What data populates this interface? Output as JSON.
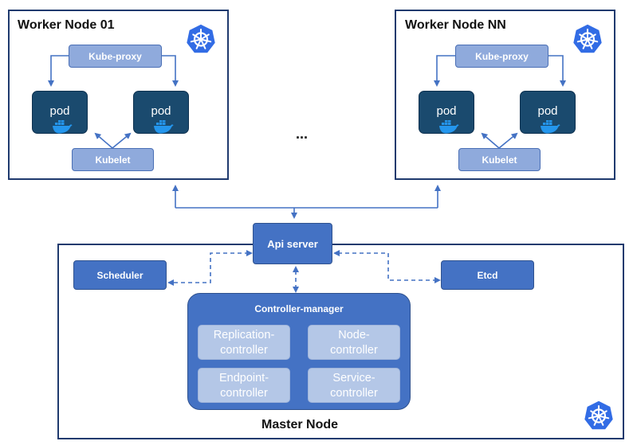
{
  "workers": [
    {
      "title": "Worker Node 01",
      "kube_proxy": "Kube-proxy",
      "kubelet": "Kubelet",
      "pods": [
        "pod",
        "pod"
      ]
    },
    {
      "title": "Worker Node NN",
      "kube_proxy": "Kube-proxy",
      "kubelet": "Kubelet",
      "pods": [
        "pod",
        "pod"
      ]
    }
  ],
  "ellipsis": "...",
  "master": {
    "title": "Master Node",
    "api_server": "Api server",
    "scheduler": "Scheduler",
    "etcd": "Etcd",
    "controller_manager": {
      "title": "Controller-manager",
      "controllers": [
        [
          "Replication-",
          "controller"
        ],
        [
          "Node-",
          "controller"
        ],
        [
          "Endpoint-",
          "controller"
        ],
        [
          "Service-",
          "controller"
        ]
      ]
    }
  },
  "icons": {
    "kubernetes": "kubernetes-helm-icon",
    "docker": "docker-whale-icon"
  },
  "colors": {
    "frame_border": "#1f3a6e",
    "light_box": "#8faadc",
    "dark_box": "#4472c4",
    "pod": "#1a4a6e",
    "controller": "#b4c7e7",
    "arrow": "#4472c4"
  }
}
